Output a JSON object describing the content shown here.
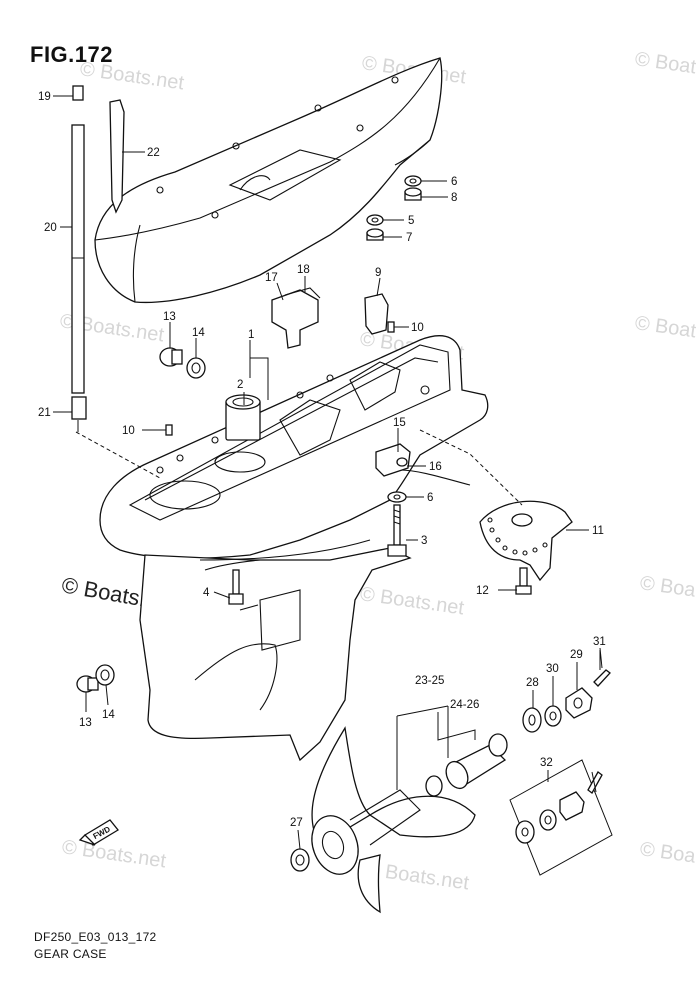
{
  "figure": {
    "title": "FIG.172",
    "model_code": "DF250_E03_013_172",
    "caption": "GEAR CASE"
  },
  "watermark": {
    "text": "© Boats.net",
    "prominent_text": "© Boats.net"
  },
  "fwd_arrow_text": "FWD",
  "callouts": {
    "c19": "19",
    "c22": "22",
    "c20": "20",
    "c21": "21",
    "c6a": "6",
    "c8": "8",
    "c5": "5",
    "c7": "7",
    "c17": "17",
    "c18": "18",
    "c9": "9",
    "c10a": "10",
    "c13a": "13",
    "c14a": "14",
    "c1": "1",
    "c2": "2",
    "c10b": "10",
    "c15": "15",
    "c16": "16",
    "c6b": "6",
    "c3": "3",
    "c11": "11",
    "c4": "4",
    "c12": "12",
    "c13b": "13",
    "c14b": "14",
    "c31": "31",
    "c23_25": "23-25",
    "c28": "28",
    "c30": "30",
    "c29": "29",
    "c24_26": "24-26",
    "c32": "32",
    "c27": "27"
  }
}
